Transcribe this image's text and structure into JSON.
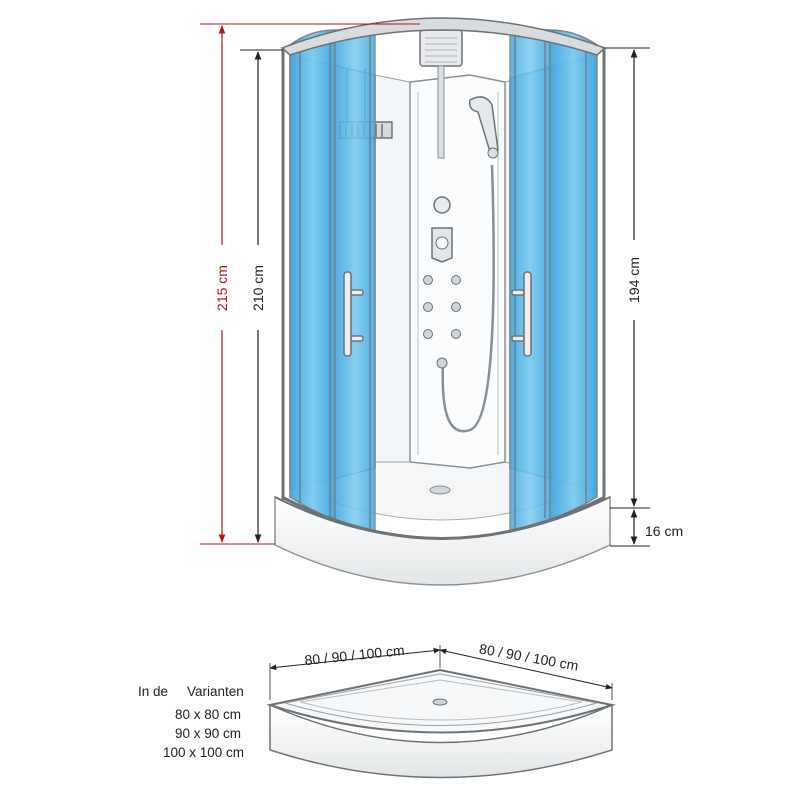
{
  "dimensions": {
    "total_height": "215 cm",
    "cabin_height": "210 cm",
    "glass_height": "194 cm",
    "tray_height": "16 cm",
    "width_left": "80 / 90 / 100 cm",
    "width_right": "80 / 90 / 100 cm"
  },
  "variants": {
    "heading_left": "In de",
    "heading_right": "Varianten",
    "items": [
      "80 x 80 cm",
      "90 x 90 cm",
      "100 x 100 cm"
    ]
  },
  "colors": {
    "dimension_red": "#b3151f",
    "glass_blue": "#5fb8e6",
    "glass_light": "#bfe4f6",
    "frame": "#8a8f93"
  }
}
